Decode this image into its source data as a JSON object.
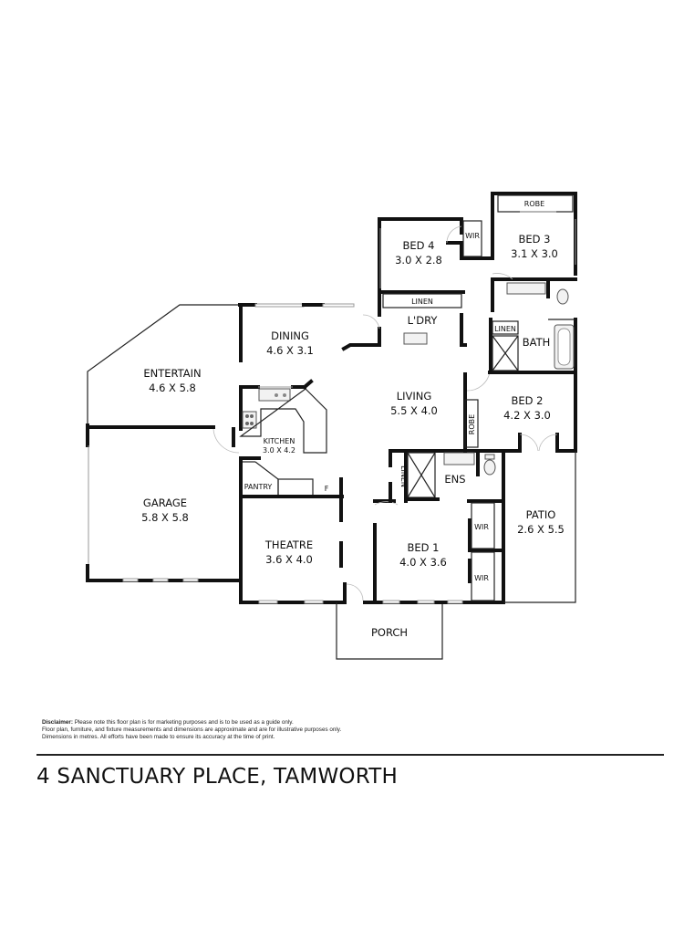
{
  "plan": {
    "rooms": [
      {
        "id": "bed3",
        "name": "BED 3",
        "size": "3.1 X 3.0"
      },
      {
        "id": "bed4",
        "name": "BED 4",
        "size": "3.0 X 2.8"
      },
      {
        "id": "dining",
        "name": "DINING",
        "size": "4.6 X 3.1"
      },
      {
        "id": "entertain",
        "name": "ENTERTAIN",
        "size": "4.6 X 5.8"
      },
      {
        "id": "living",
        "name": "LIVING",
        "size": "5.5 X 4.0"
      },
      {
        "id": "kitchen",
        "name": "KITCHEN",
        "size": "3.0 X 4.2"
      },
      {
        "id": "bed2",
        "name": "BED 2",
        "size": "4.2 X 3.0"
      },
      {
        "id": "garage",
        "name": "GARAGE",
        "size": "5.8 X 5.8"
      },
      {
        "id": "theatre",
        "name": "THEATRE",
        "size": "3.6 X 4.0"
      },
      {
        "id": "bed1",
        "name": "BED 1",
        "size": "4.0 X 3.6"
      },
      {
        "id": "patio",
        "name": "PATIO",
        "size": "2.6 X 5.5"
      }
    ],
    "labels": {
      "robe_top": "ROBE",
      "wir_bed4": "WIR",
      "linen_laundry": "LINEN",
      "laundry": "L'DRY",
      "linen_bath": "LINEN",
      "bath": "BATH",
      "robe_bed2": "ROBE",
      "pantry": "PANTRY",
      "fridge": "F",
      "linen_ens": "LINEN",
      "ens": "ENS",
      "wir_bed1_a": "WIR",
      "wir_bed1_b": "WIR",
      "porch": "PORCH"
    }
  },
  "disclaimer": {
    "label": "Disclaimer:",
    "line1": " Please note this floor plan is for marketing purposes and is to be used as a guide only.",
    "line2": "Floor plan, furniture, and fixture measurements and dimensions are approximate and are for illustrative purposes only.",
    "line3": "Dimensions in metres. All efforts have been made to ensure its accuracy at the time of print."
  },
  "address": "4 SANCTUARY PLACE, TAMWORTH"
}
